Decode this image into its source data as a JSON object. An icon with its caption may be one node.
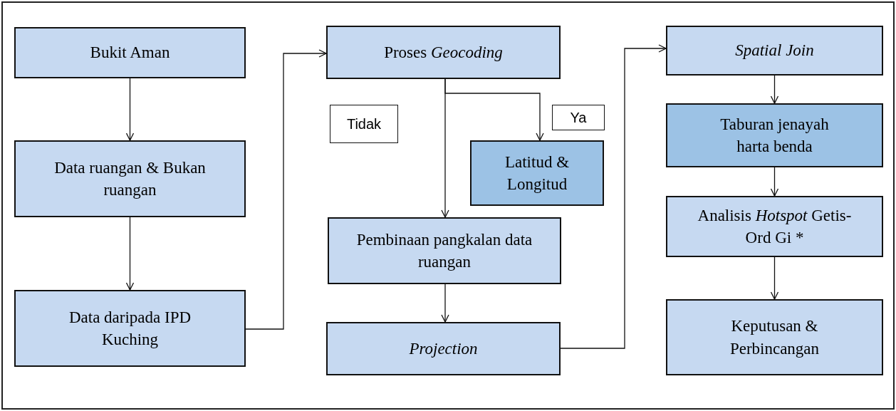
{
  "diagram": {
    "nodes": [
      {
        "text": [
          "Bukit Aman"
        ]
      },
      {
        "text": [
          "Data ruangan & Bukan ruangan"
        ]
      },
      {
        "text": [
          "Data daripada IPD Kuching"
        ]
      },
      {
        "text": [
          "Proses *Geocoding*"
        ]
      },
      {
        "text": [
          "Tidak"
        ]
      },
      {
        "text": [
          "Ya"
        ]
      },
      {
        "text": [
          "Latitud & Longitud"
        ]
      },
      {
        "text": [
          "Pembinaan pangkalan data ruangan"
        ]
      },
      {
        "text": [
          "Projection"
        ]
      },
      {
        "text": [
          "Spatial Join"
        ]
      },
      {
        "text": [
          "Taburan jenayah harta benda"
        ]
      },
      {
        "text": [
          "Analisis *Hotspot* Getis-Ord Gi *"
        ]
      },
      {
        "text": [
          "Keputusan & Perbincangan"
        ]
      }
    ],
    "edges": [
      {
        "from": 0,
        "to": 1,
        "arrow": "to"
      },
      {
        "from": 1,
        "to": 2,
        "arrow": "to"
      },
      {
        "from": 2,
        "to": 3,
        "arrow": "to"
      },
      {
        "from": 3,
        "to": 7,
        "arrow": "to"
      },
      {
        "from": 3,
        "to": 6,
        "arrow": "to"
      },
      {
        "from": 7,
        "to": 8,
        "arrow": "to"
      },
      {
        "from": 8,
        "to": 9,
        "arrow": "to"
      },
      {
        "from": 9,
        "to": 10,
        "arrow": "to"
      },
      {
        "from": 10,
        "to": 11,
        "arrow": "to"
      },
      {
        "from": 11,
        "to": 12,
        "arrow": "to"
      }
    ]
  }
}
